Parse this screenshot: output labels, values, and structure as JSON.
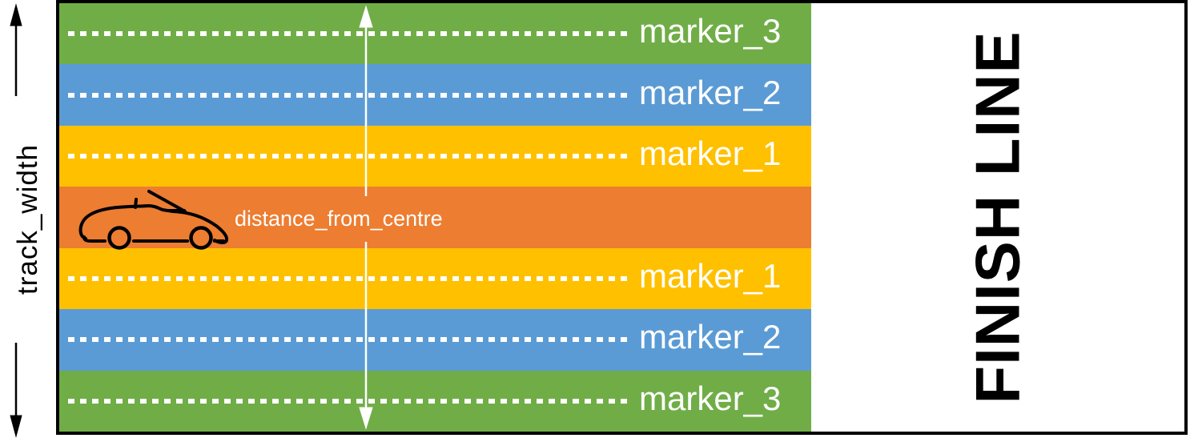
{
  "labels": {
    "track_width": "track_width",
    "distance_from_centre": "distance_from_centre",
    "finish_line": "FINISH LINE"
  },
  "colors": {
    "green": "#70AD47",
    "blue": "#5B9BD5",
    "yellow": "#FFC000",
    "orange": "#ED7D31",
    "marker_text": "#FFFFFF",
    "arrow_white": "#FFFFFF",
    "outline_black": "#000000"
  },
  "lanes": [
    {
      "color_name": "green",
      "color": "#70AD47",
      "marker": "marker_3",
      "dotted_line": true,
      "is_centre": false
    },
    {
      "color_name": "blue",
      "color": "#5B9BD5",
      "marker": "marker_2",
      "dotted_line": true,
      "is_centre": false
    },
    {
      "color_name": "yellow",
      "color": "#FFC000",
      "marker": "marker_1",
      "dotted_line": true,
      "is_centre": false
    },
    {
      "color_name": "orange",
      "color": "#ED7D31",
      "marker": "",
      "dotted_line": false,
      "is_centre": true
    },
    {
      "color_name": "yellow",
      "color": "#FFC000",
      "marker": "marker_1",
      "dotted_line": true,
      "is_centre": false
    },
    {
      "color_name": "blue",
      "color": "#5B9BD5",
      "marker": "marker_2",
      "dotted_line": true,
      "is_centre": false
    },
    {
      "color_name": "green",
      "color": "#70AD47",
      "marker": "marker_3",
      "dotted_line": true,
      "is_centre": false
    }
  ],
  "icons": {
    "car": "car-side-view-line-art",
    "track_width_arrow": "double-headed-vertical-arrow-black",
    "distance_arrow": "double-headed-vertical-arrow-white"
  }
}
